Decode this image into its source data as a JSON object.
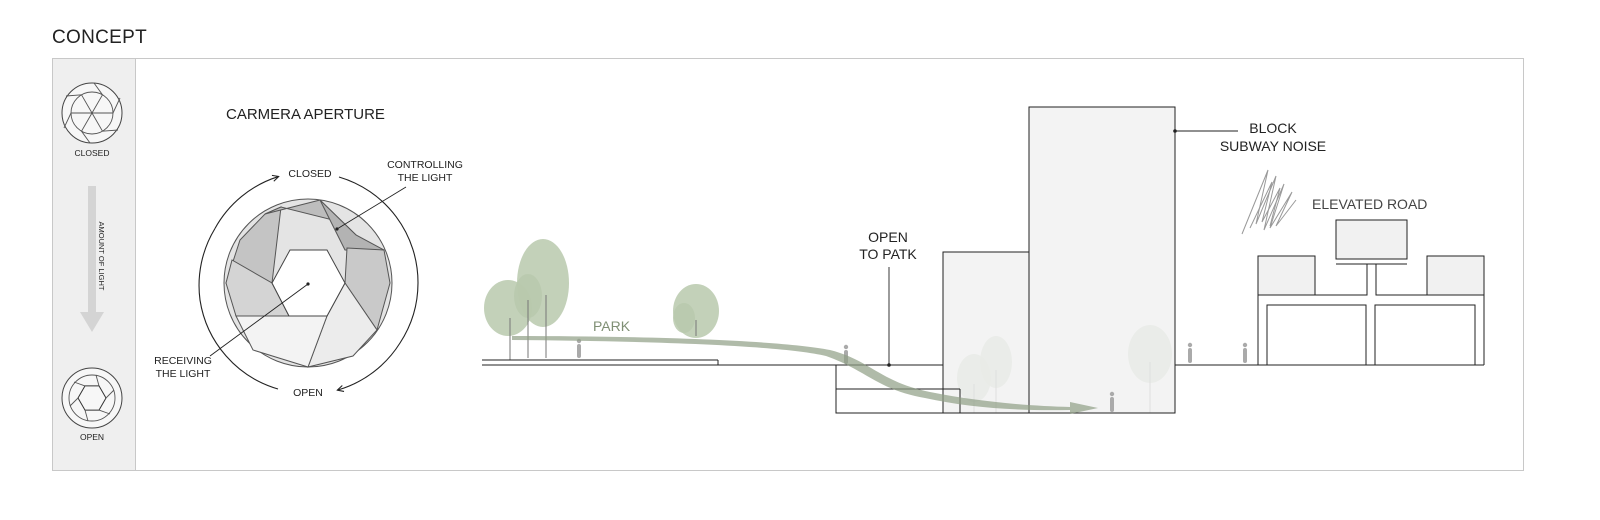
{
  "page": {
    "title": "CONCEPT"
  },
  "legend": {
    "closed_label": "CLOSED",
    "open_label": "OPEN",
    "axis_label": "AMOUNT OF LIGHT"
  },
  "aperture": {
    "title": "CARMERA APERTURE",
    "closed_label": "CLOSED",
    "open_label": "OPEN",
    "controlling_label_1": "CONTROLLING",
    "controlling_label_2": "THE LIGHT",
    "receiving_label_1": "RECEIVING",
    "receiving_label_2": "THE LIGHT"
  },
  "section": {
    "park_label": "PARK",
    "open_label_1": "OPEN",
    "open_label_2": "TO PATK",
    "block_label_1": "BLOCK",
    "block_label_2": "SUBWAY NOISE",
    "road_label": "ELEVATED ROAD"
  },
  "colors": {
    "tree_green": "#b9c9ad",
    "path_green": "#8e9e84",
    "building_fill": "#f1f1f1",
    "sidebar_fill": "#efefef",
    "line": "#222222"
  }
}
